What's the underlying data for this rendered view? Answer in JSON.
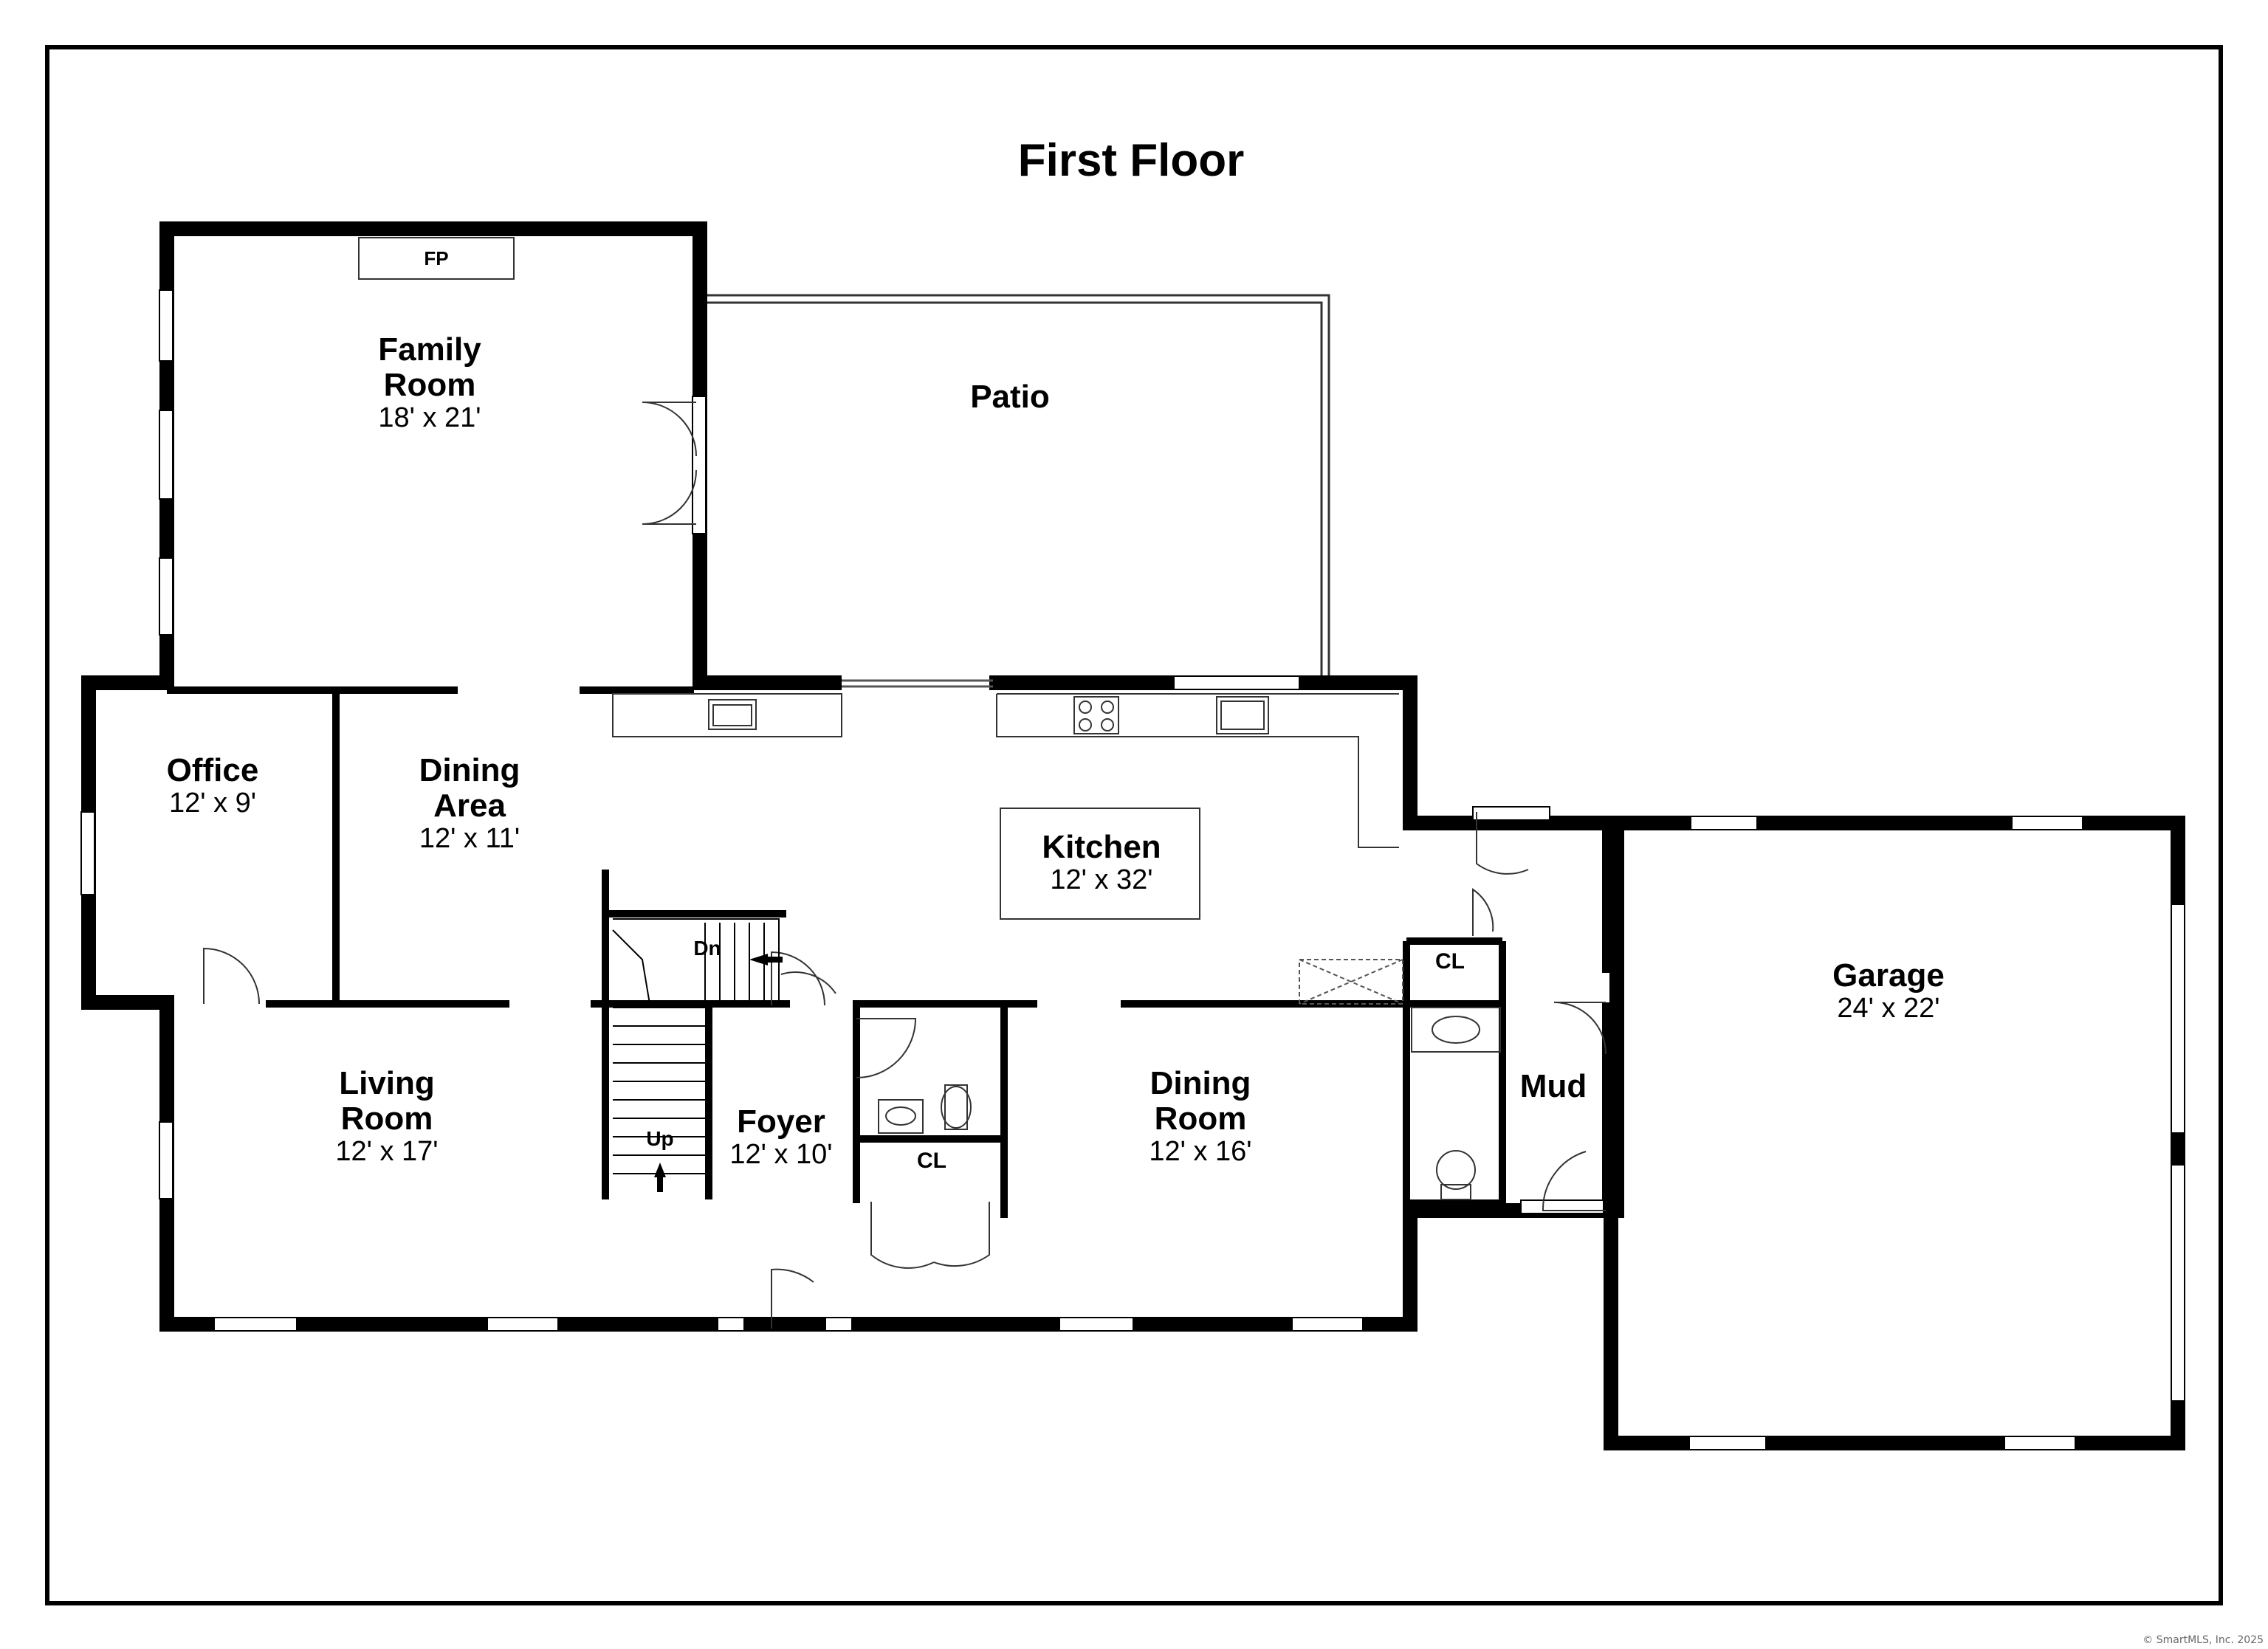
{
  "plan": {
    "title": "First Floor",
    "copyright": "© SmartMLS, Inc. 2025"
  },
  "rooms": {
    "family_room": {
      "name_line1": "Family",
      "name_line2": "Room",
      "dims": "18' x 21'"
    },
    "patio": {
      "name": "Patio"
    },
    "office": {
      "name": "Office",
      "dims": "12' x 9'"
    },
    "dining_area": {
      "name_line1": "Dining",
      "name_line2": "Area",
      "dims": "12' x 11'"
    },
    "kitchen": {
      "name": "Kitchen",
      "dims": "12' x 32'"
    },
    "living_room": {
      "name_line1": "Living",
      "name_line2": "Room",
      "dims": "12' x 17'"
    },
    "foyer": {
      "name": "Foyer",
      "dims": "12' x 10'"
    },
    "dining_room": {
      "name_line1": "Dining",
      "name_line2": "Room",
      "dims": "12' x 16'"
    },
    "mud": {
      "name": "Mud"
    },
    "garage": {
      "name": "Garage",
      "dims": "24' x 22'"
    }
  },
  "labels": {
    "fireplace": "FP",
    "stairs_down": "Dn",
    "stairs_up": "Up",
    "closet_pantry": "CL",
    "closet_foyer": "CL"
  }
}
